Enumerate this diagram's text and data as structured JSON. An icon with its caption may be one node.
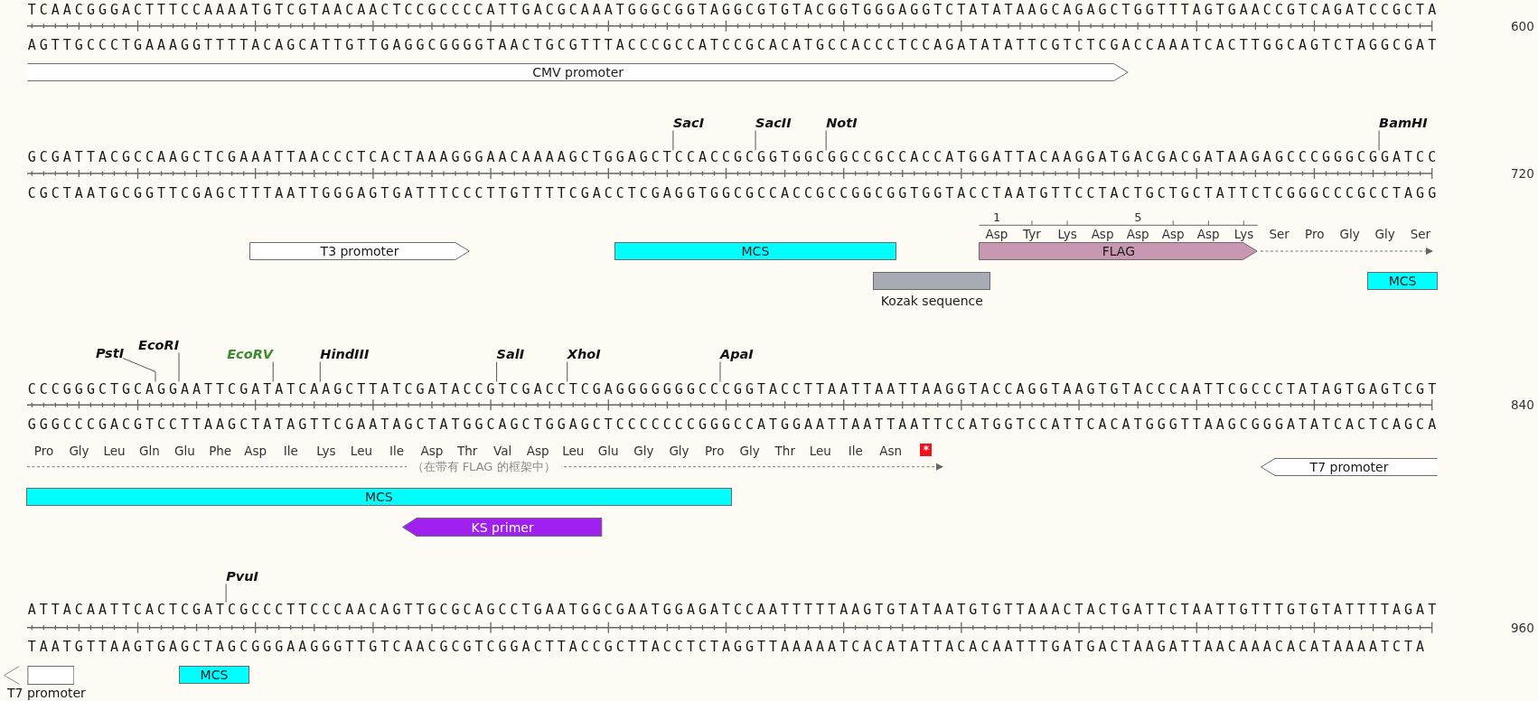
{
  "diagram": {
    "nodes": [
      {
        "text": [
          "CMV promoter"
        ]
      },
      {
        "text": [
          "SacI"
        ]
      },
      {
        "text": [
          "SacII"
        ]
      },
      {
        "text": [
          "NotI"
        ]
      },
      {
        "text": [
          "BamHI"
        ]
      },
      {
        "text": [
          "GCGATTACGCCAAGCTCGAAATTAACCCTCACTAAAGGGAACAAAAGCTGGAGCTCCACCGCGGTGGCGGCCGCCACCATGGATTACAAGGATGACGACGATAAGAGCCCGGGCGGATCC"
        ]
      },
      {
        "text": [
          "T3 promoter"
        ]
      },
      {
        "text": [
          "MCS"
        ]
      },
      {
        "text": [
          "FLAG"
        ]
      },
      {
        "text": [
          "Kozak sequence"
        ]
      },
      {
        "text": [
          "MCS"
        ]
      },
      {
        "text": [
          "PstI"
        ]
      },
      {
        "text": [
          "EcoRI"
        ]
      },
      {
        "text": [
          "EcoRV"
        ]
      },
      {
        "text": [
          "HindIII"
        ]
      },
      {
        "text": [
          "SalI"
        ]
      },
      {
        "text": [
          "XhoI"
        ]
      },
      {
        "text": [
          "ApaI"
        ]
      },
      {
        "text": [
          "CCCGGGCTGCAGGAATTCGATATCAAGCTTATCGATACCGTCGACCTCGAGGGGGGGCCCGGTACCTTAATTAATTAAGGTACCAGGTAAGTGTACCCAATTCGCCCTATAGTGAGTCGT"
        ]
      },
      {
        "text": [
          "*"
        ]
      },
      {
        "text": [
          "T7 promoter"
        ]
      },
      {
        "text": [
          "MCS"
        ]
      },
      {
        "text": [
          "KS primer"
        ]
      },
      {
        "text": [
          "PvuI"
        ]
      },
      {
        "text": [
          "ATTACAATTCACTCGATCGCCCTTCCCAACAGTTGCGCAGCCTGAATGGCGAATGGAGATCCAATTTTTAAGTGTATAATGTGTTAAACTACTGATTCTAATTGTTTGTGTATTTTAGAT"
        ]
      },
      {
        "text": [
          "T7 promoter"
        ]
      },
      {
        "text": [
          "MCS"
        ]
      }
    ],
    "edges": [
      {
        "from": 1,
        "to": 5,
        "arrow": "none"
      },
      {
        "from": 2,
        "to": 5,
        "arrow": "none"
      },
      {
        "from": 3,
        "to": 5,
        "arrow": "none"
      },
      {
        "from": 4,
        "to": 5,
        "arrow": "none"
      },
      {
        "from": 11,
        "to": 18,
        "arrow": "none"
      },
      {
        "from": 12,
        "to": 18,
        "arrow": "none"
      },
      {
        "from": 13,
        "to": 18,
        "arrow": "none"
      },
      {
        "from": 14,
        "to": 18,
        "arrow": "none"
      },
      {
        "from": 15,
        "to": 18,
        "arrow": "none"
      },
      {
        "from": 16,
        "to": 18,
        "arrow": "none"
      },
      {
        "from": 17,
        "to": 18,
        "arrow": "none"
      },
      {
        "from": 23,
        "to": 24,
        "arrow": "none"
      }
    ],
    "labels": [
      "TCAACGGGACTTTCCAAAATGTCGTAACAACTCCGCCCCATTGACGCAAATGGGCGGTAGGCGTGTACGGTGGGAGGTCTATATAAGCAGAGCTGGTTTAGTGAACCGTCAGATCCGCTA",
      "AGTTGCCCTGAAAGGTTTTACAGCATTGTTGAGGCGGGGTAACTGCGTTTACCCGCCATCCGCACATGCCACCCTCCAGATATATTCGTCTCGACCAAATCACTTGGCAGTCTAGGCGAT",
      "600",
      "CGCTAATGCGGTTCGAGCTTTAATTGGGAGTGATTTCCCTTGTTTTCGACCTCGAGGTGGCGCCACCGCCGGCGGTGGTACCTAATGTTCCTACTGCTGCTATTCTCGGGCCCGCCTAGG",
      "720",
      "1",
      "5",
      "Asp",
      "Tyr",
      "Lys",
      "Asp",
      "Asp",
      "Asp",
      "Asp",
      "Lys",
      "Ser",
      "Pro",
      "Gly",
      "Gly",
      "Ser",
      "GGGCCCGACGTCCTTAAGCTATAGTTCGAATAGCTATGGCAGCTGGAGCTCCCCCCCGGGCCATGGAATTAATTAATTCCATGGTCCATTCACATGGGTTAAGCGGGATATCACTCAGCA",
      "840",
      "Pro",
      "Gly",
      "Leu",
      "Gln",
      "Glu",
      "Phe",
      "Asp",
      "Ile",
      "Lys",
      "Leu",
      "Ile",
      "Asp",
      "Thr",
      "Val",
      "Asp",
      "Leu",
      "Glu",
      "Gly",
      "Gly",
      "Pro",
      "Gly",
      "Thr",
      "Leu",
      "Ile",
      "Asn",
      "（在带有 FLAG 的框架中）",
      "TAATGTTAAGTGAGCTAGCGGGAAGGGTTGTCAACGCGTCGGACTTACCGCTTACCTCTAGGTTAAAAATCACATATTACACAATTTGATGACTAAGATTAACAAACACATAAAATCTA",
      "960"
    ]
  }
}
